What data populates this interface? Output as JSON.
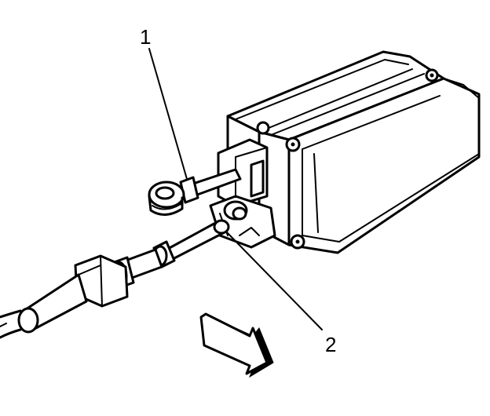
{
  "callouts": [
    {
      "id": "1",
      "label": "1"
    },
    {
      "id": "2",
      "label": "2"
    }
  ],
  "icons": {
    "direction_arrow": "direction-arrow-icon"
  }
}
